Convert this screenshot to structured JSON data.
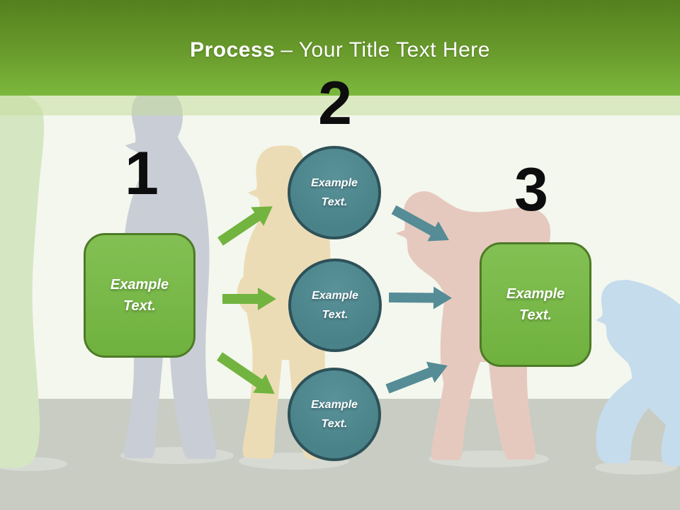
{
  "header": {
    "title_bold": "Process",
    "title_rest": "– Your Title Text Here"
  },
  "steps": [
    {
      "number": "1"
    },
    {
      "number": "2"
    },
    {
      "number": "3"
    }
  ],
  "left_box": {
    "label": "Example Text."
  },
  "right_box": {
    "label": "Example Text."
  },
  "circles": [
    {
      "label": "Example Text."
    },
    {
      "label": "Example Text."
    },
    {
      "label": "Example Text."
    }
  ],
  "colors": {
    "header_green_dark": "#54801e",
    "header_green_light": "#7cb83d",
    "band_green": "#cfe0b1",
    "arrow_green": "#72b43f",
    "box_green": "#76b749",
    "box_border_green": "#4e7b26",
    "circle_teal": "#4f868d",
    "circle_border_teal": "#2d5158",
    "arrow_teal": "#558c96",
    "background": "#f4f7ee",
    "floor_gray": "#c8ccc3",
    "silhouette_gray": "#c9ced6",
    "silhouette_pale_green": "#d5e7c2",
    "silhouette_tan": "#ecdcb6",
    "silhouette_salmon": "#e6c9be",
    "silhouette_blue": "#c5dcec",
    "number_black": "#0d0d0d",
    "text_white": "#ffffff"
  }
}
